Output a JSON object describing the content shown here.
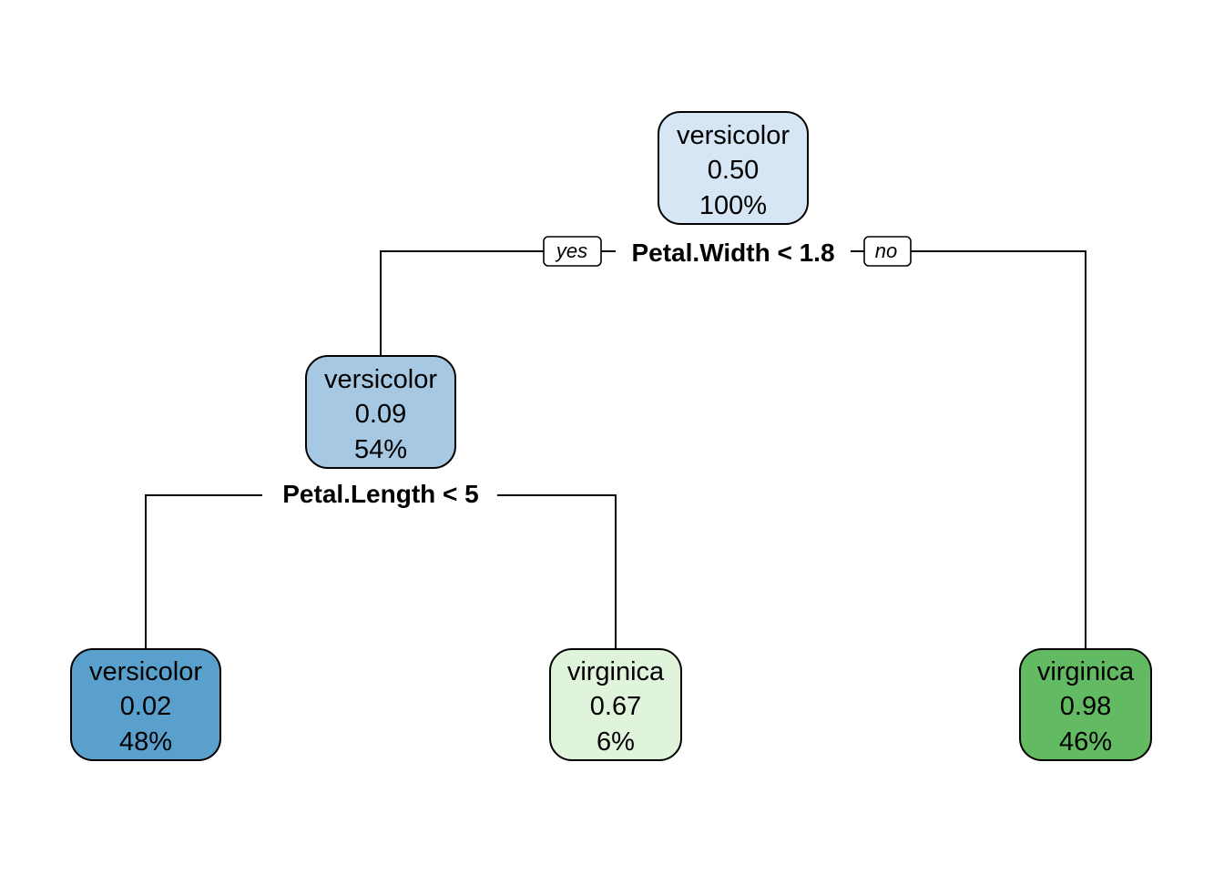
{
  "tree": {
    "nodes": [
      {
        "id": "root",
        "class_label": "versicolor",
        "prob": "0.50",
        "pct": "100%",
        "fill": "#d6e6f4"
      },
      {
        "id": "left",
        "class_label": "versicolor",
        "prob": "0.09",
        "pct": "54%",
        "fill": "#a6c8e3"
      },
      {
        "id": "leaf-1",
        "class_label": "versicolor",
        "prob": "0.02",
        "pct": "48%",
        "fill": "#5aa0cc"
      },
      {
        "id": "leaf-2",
        "class_label": "virginica",
        "prob": "0.67",
        "pct": "6%",
        "fill": "#e0f3db"
      },
      {
        "id": "leaf-3",
        "class_label": "virginica",
        "prob": "0.98",
        "pct": "46%",
        "fill": "#62bb62"
      }
    ],
    "splits": [
      {
        "id": "split-root",
        "label": "Petal.Width < 1.8"
      },
      {
        "id": "split-left",
        "label": "Petal.Length < 5"
      }
    ],
    "branch_labels": {
      "yes": "yes",
      "no": "no"
    }
  }
}
